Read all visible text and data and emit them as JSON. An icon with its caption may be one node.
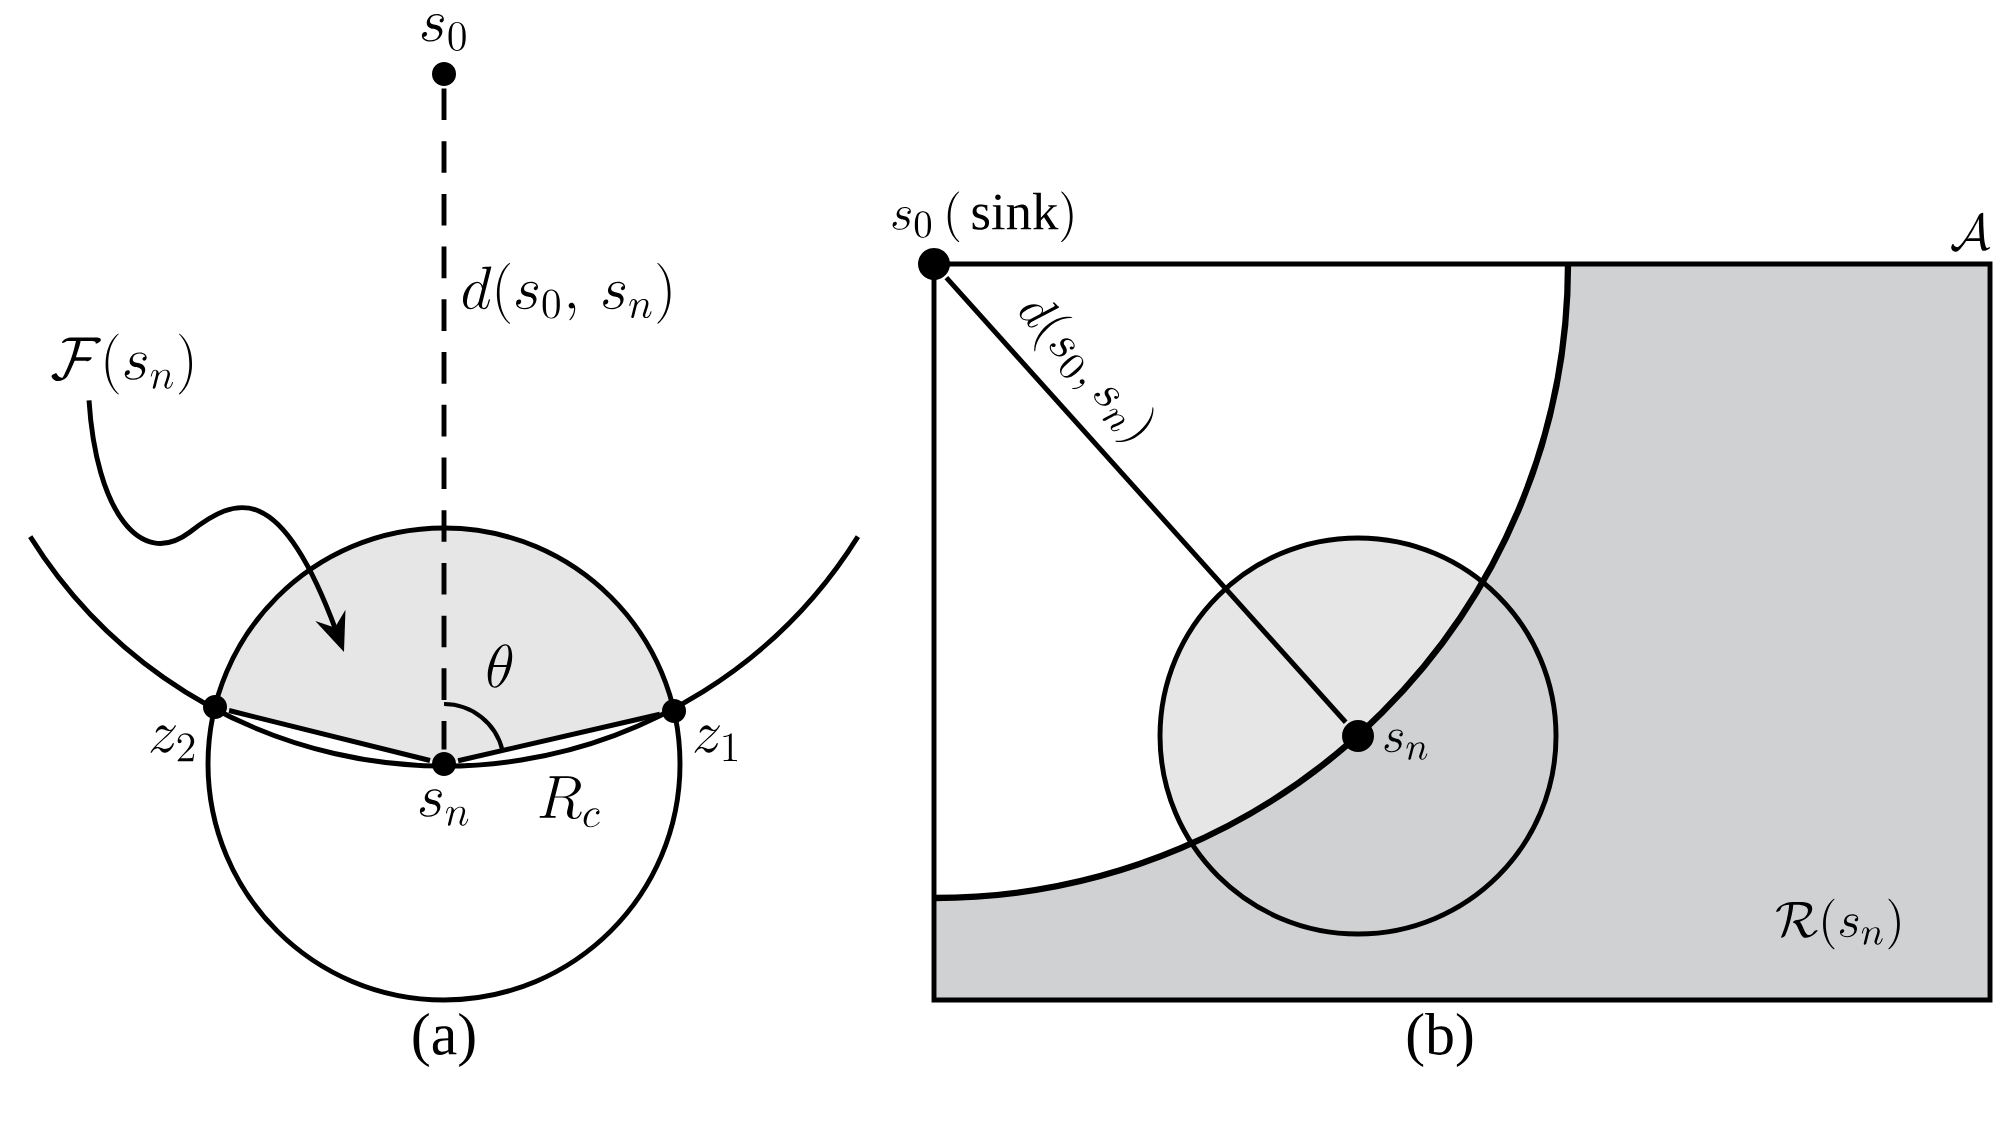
{
  "diagram": {
    "nodes": [
      {
        "text": [
          "s_0"
        ]
      },
      {
        "text": [
          "s_n"
        ]
      },
      {
        "text": [
          "z_2"
        ]
      },
      {
        "text": [
          "z_1"
        ]
      },
      {
        "text": [
          "\\mathcal{F}(s_n)"
        ]
      },
      {
        "text": [
          "s_0\\,(\\,\\mathrm{sink})"
        ]
      },
      {
        "text": [
          "s_n"
        ]
      }
    ],
    "edges": [
      {
        "from": 0,
        "to": 1,
        "arrow": "none",
        "style": "dashed",
        "label": "d(s_0,\\, s_n)"
      },
      {
        "from": 1,
        "to": 2,
        "arrow": "none"
      },
      {
        "from": 1,
        "to": 3,
        "arrow": "none",
        "label": "R_c"
      },
      {
        "from": 4,
        "to": null,
        "arrow": "to"
      },
      {
        "from": 5,
        "to": 6,
        "arrow": "none",
        "label": "d(s_0,s_n)"
      }
    ],
    "labels": [
      "\\theta",
      "\\mathcal{A}",
      "\\mathcal{R}(s_n)",
      "(a)",
      "(b)"
    ]
  }
}
